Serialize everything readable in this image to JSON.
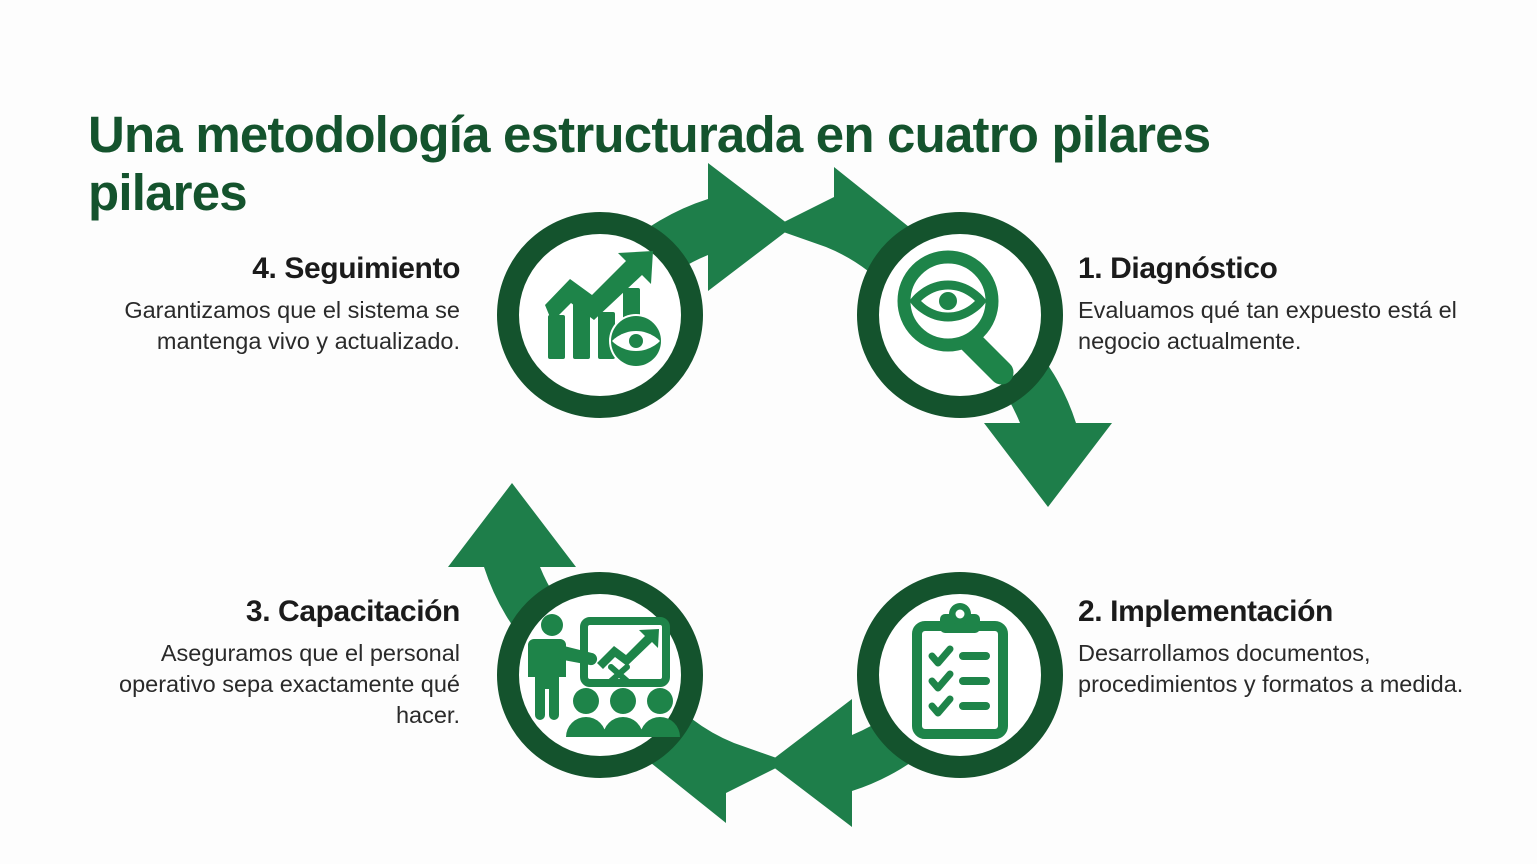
{
  "slide": {
    "background_color": "#fdfdfd",
    "title": {
      "line1": "Una metodología estructurada en cuatro pilares",
      "line2": "pilares",
      "color": "#14532d"
    }
  },
  "colors": {
    "title_green": "#14532d",
    "ring_dark_green": "#14532d",
    "arrow_green": "#1e7e4a",
    "icon_green": "#1e8449",
    "heading_text": "#1b1b1b",
    "body_text": "#2a2a2a"
  },
  "cycle": {
    "direction": "clockwise",
    "arrow_count": 4,
    "arrows": [
      {
        "name": "arrow-top-right",
        "from": "4. Seguimiento",
        "to": "1. Diagnóstico",
        "points": "right"
      },
      {
        "name": "arrow-right-down",
        "from": "1. Diagnóstico",
        "to": "2. Implementación",
        "points": "down"
      },
      {
        "name": "arrow-bottom-left",
        "from": "2. Implementación",
        "to": "3. Capacitación",
        "points": "left"
      },
      {
        "name": "arrow-left-up",
        "from": "3. Capacitación",
        "to": "4. Seguimiento",
        "points": "up"
      }
    ],
    "nodes": [
      {
        "id": "diagnostico",
        "number": "1.",
        "heading": "1. Diagnóstico",
        "body": "Evaluamos qué tan expuesto está el negocio actualmente.",
        "icon": "magnifier-eye-icon",
        "position": "top-right",
        "text_side": "right"
      },
      {
        "id": "implementacion",
        "number": "2.",
        "heading": "2. Implementación",
        "body": "Desarrollamos documentos, procedimientos y formatos a medida.",
        "icon": "clipboard-checklist-icon",
        "position": "bottom-right",
        "text_side": "right"
      },
      {
        "id": "capacitacion",
        "number": "3.",
        "heading": "3. Capacitación",
        "body": "Aseguramos que el personal operativo sepa exactamente qué hacer.",
        "icon": "training-presentation-icon",
        "position": "bottom-left",
        "text_side": "left"
      },
      {
        "id": "seguimiento",
        "number": "4.",
        "heading": "4. Seguimiento",
        "body": "Garantizamos que el sistema se mantenga vivo y actualizado.",
        "icon": "growth-chart-eye-icon",
        "position": "top-left",
        "text_side": "left"
      }
    ]
  }
}
